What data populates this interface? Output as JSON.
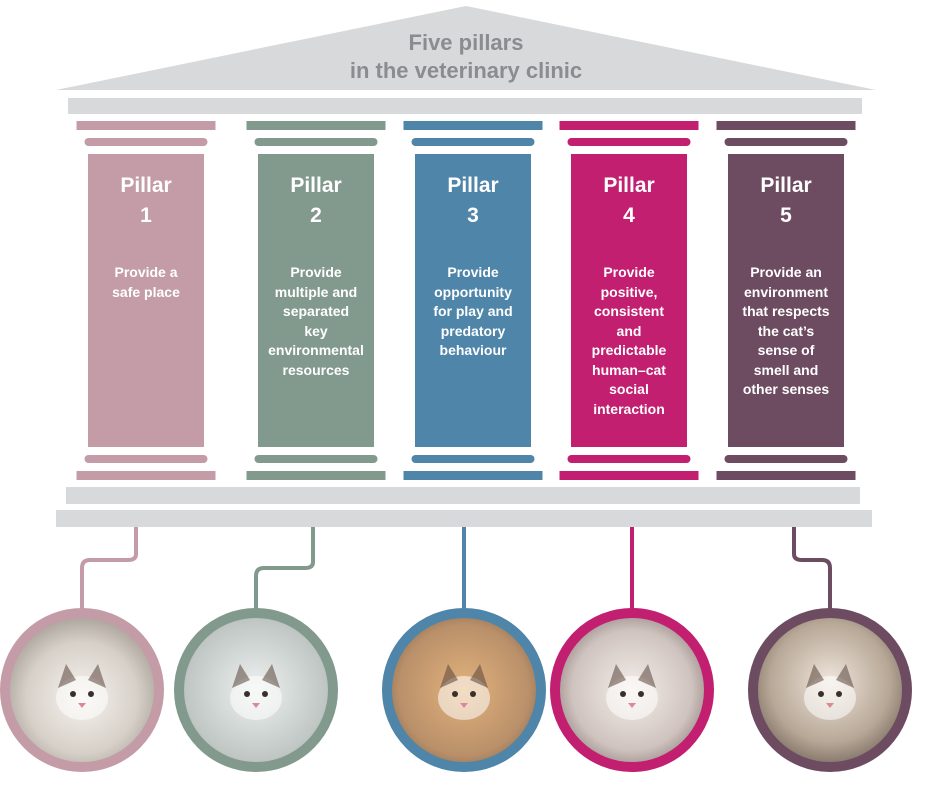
{
  "title": {
    "line1": "Five pillars",
    "line2": "in the veterinary clinic"
  },
  "colors": {
    "roof": "#d7d9da",
    "base": "#d7d9da",
    "title_text": "#8a8d90"
  },
  "pillars": [
    {
      "label": "Pillar",
      "number": "1",
      "lines": [
        "Provide a",
        "safe place"
      ],
      "color": "#c49ca8",
      "photo": "cat-in-carrier-bed"
    },
    {
      "label": "Pillar",
      "number": "2",
      "lines": [
        "Provide",
        "multiple and",
        "separated",
        "key",
        "environmental",
        "resources"
      ],
      "color": "#829a8e",
      "photo": "cage-with-litter-box-and-hide"
    },
    {
      "label": "Pillar",
      "number": "3",
      "lines": [
        "Provide",
        "opportunity",
        "for play and",
        "predatory",
        "behaviour"
      ],
      "color": "#4e85a9",
      "photo": "orange-cat-playing-with-toy"
    },
    {
      "label": "Pillar",
      "number": "4",
      "lines": [
        "Provide",
        "positive,",
        "consistent",
        "and",
        "predictable",
        "human–cat",
        "social",
        "interaction"
      ],
      "color": "#c21f71",
      "photo": "cat-being-stroked"
    },
    {
      "label": "Pillar",
      "number": "5",
      "lines": [
        "Provide an",
        "environment",
        "that respects",
        "the cat’s",
        "sense of",
        "smell and",
        "other senses"
      ],
      "color": "#6d4c61",
      "photo": "cat-sniffing-upward"
    }
  ]
}
